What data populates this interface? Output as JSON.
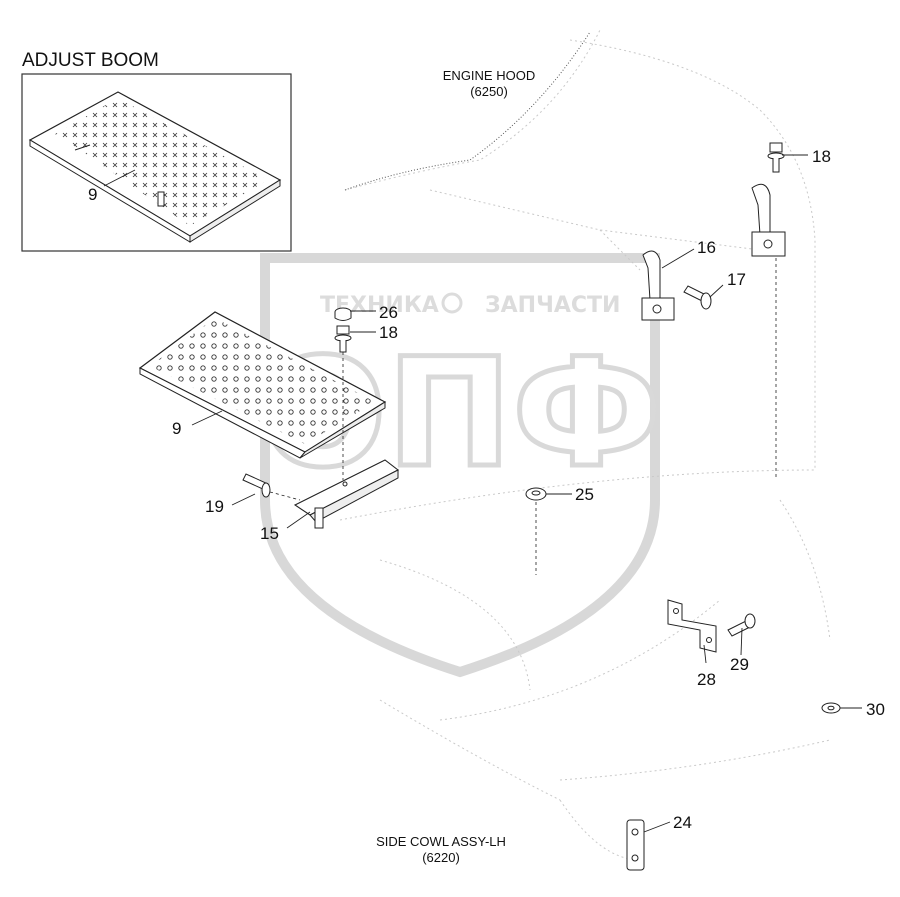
{
  "inset": {
    "title": "ADJUST BOOM",
    "part_label": "9"
  },
  "captions": {
    "engine_hood": "ENGINE HOOD",
    "engine_hood_code": "(6250)",
    "side_cowl": "SIDE COWL ASSY-LH",
    "side_cowl_code": "(6220)"
  },
  "watermark": {
    "brand": "ТЕХНИКА",
    "brand2": "ЗАПЧАСТИ",
    "logo": "ОПФ"
  },
  "callouts": {
    "c18a": "18",
    "c16": "16",
    "c17": "17",
    "c26": "26",
    "c18b": "18",
    "c9": "9",
    "c19": "19",
    "c15": "15",
    "c25": "25",
    "c28": "28",
    "c29": "29",
    "c30": "30",
    "c24": "24"
  }
}
